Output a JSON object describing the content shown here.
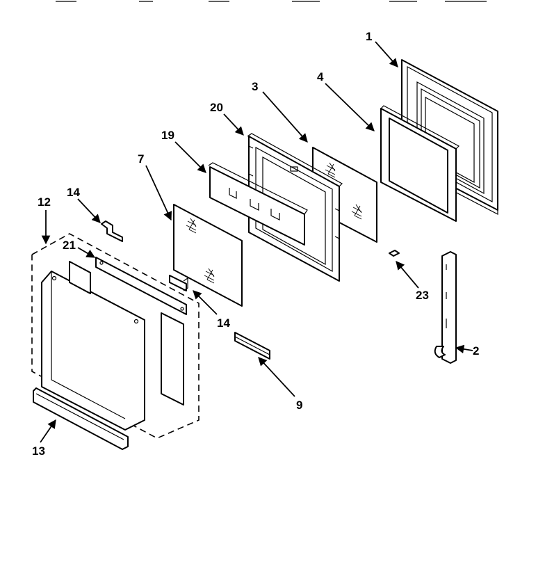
{
  "diagram": {
    "callouts": {
      "p1": "1",
      "p2": "2",
      "p3": "3",
      "p4": "4",
      "p7": "7",
      "p9": "9",
      "p12": "12",
      "p13": "13",
      "p14a": "14",
      "p14b": "14",
      "p19": "19",
      "p20": "20",
      "p21": "21",
      "p23": "23"
    }
  },
  "colors": {
    "line": "#000000",
    "background": "#ffffff"
  }
}
